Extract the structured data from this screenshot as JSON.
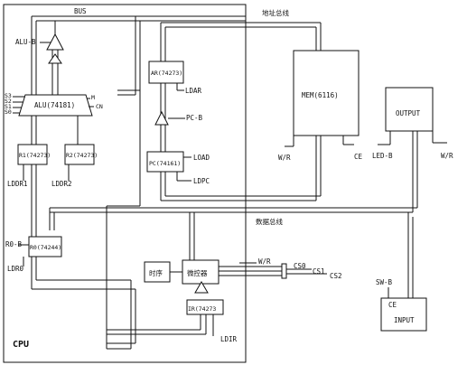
{
  "labels": {
    "bus": "BUS",
    "addr_bus": "地址总线",
    "data_bus": "数据总线",
    "cpu": "CPU",
    "alu_b": "ALU-B",
    "alu": "ALU(74181)",
    "m": "M",
    "cn": "CN",
    "s3": "S3",
    "s2": "S2",
    "s1": "S1",
    "s0": "S0",
    "r1": "R1(74273)",
    "r2": "R2(74273)",
    "lddr1": "LDDR1",
    "lddr2": "LDDR2",
    "ar": "AR(74273)",
    "ldar": "LDAR",
    "pc_b": "PC-B",
    "pc": "PC(74161)",
    "load": "LOAD",
    "ldpc": "LDPC",
    "mem": "MEM(6116)",
    "wr_mem": "W/R",
    "ce_mem": "CE",
    "output": "OUTPUT",
    "led_b": "LED-B",
    "wr_out": "W/R",
    "r0_b": "R0-B",
    "r0": "R0(74244)",
    "ldr0": "LDR0",
    "timing": "时序",
    "micro": "微控器",
    "wr_ctrl": "W/R",
    "cs0": "CS0",
    "cs1": "CS1",
    "cs2": "CS2",
    "ir": "IR(74273",
    "ldir": "LDIR",
    "sw_b": "SW-B",
    "ce_in": "CE",
    "input": "INPUT"
  }
}
